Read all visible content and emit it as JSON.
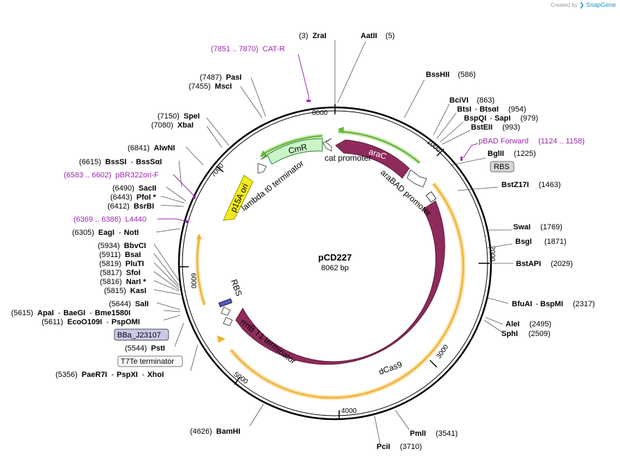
{
  "credit": {
    "prefix": "Created by",
    "brand": "SnapGene"
  },
  "plasmid": {
    "name": "pCD227",
    "length": "8062 bp"
  },
  "ticks": [
    "1000",
    "2000",
    "3000",
    "4000",
    "5000",
    "6000",
    "7000",
    "8000"
  ],
  "sites": {
    "zrai": {
      "pos": "(3)",
      "name": "ZraI"
    },
    "aatii": {
      "name": "AatII",
      "pos": "(5)"
    },
    "bsshii": {
      "name": "BssHII",
      "pos": "(586)"
    },
    "bcivi": {
      "name": "BciVI",
      "pos": "(863)"
    },
    "btsi": {
      "name": "BtsI",
      "sep": "-",
      "name2": "BtsαI",
      "pos": "(954)"
    },
    "bsphi": {
      "name": "BspQI",
      "sep": "-",
      "name2": "SapI",
      "pos": "(979)"
    },
    "bsteii": {
      "name": "BstEII",
      "pos": "(993)"
    },
    "bglii": {
      "name": "BglII",
      "pos": "(1225)"
    },
    "bstz17i": {
      "name": "BstZ17I",
      "pos": "(1463)"
    },
    "swai": {
      "name": "SwaI",
      "pos": "(1769)"
    },
    "bsgi": {
      "name": "BsgI",
      "pos": "(1871)"
    },
    "bstapi": {
      "name": "BstAPI",
      "pos": "(2029)"
    },
    "bfuai": {
      "name": "BfuAI",
      "sep": "-",
      "name2": "BspMI",
      "pos": "(2317)"
    },
    "alei": {
      "name": "AleI",
      "pos": "(2495)"
    },
    "sphi": {
      "name": "SphI",
      "pos": "(2509)"
    },
    "pmli": {
      "name": "PmlI",
      "pos": "(3541)"
    },
    "pcii": {
      "name": "PciI",
      "pos": "(3710)"
    },
    "bamhi": {
      "pos": "(4626)",
      "name": "BamHI"
    },
    "paer7i": {
      "pos": "(5356)",
      "name": "PaeR7I",
      "sep": "-",
      "name2": "PspXI",
      "sep2": "-",
      "name3": "XhoI"
    },
    "psti": {
      "pos": "(5544)",
      "name": "PstI"
    },
    "ecoo109i": {
      "pos": "(5611)",
      "name": "EcoO109I",
      "sep": "-",
      "name2": "PspOMI"
    },
    "apai": {
      "pos": "(5615)",
      "name": "ApaI",
      "sep": "-",
      "name2": "BaeGI",
      "sep2": "-",
      "name3": "Bme1580I"
    },
    "sali": {
      "pos": "(5644)",
      "name": "SalI"
    },
    "kasi": {
      "pos": "(5815)",
      "name": "KasI"
    },
    "nari": {
      "pos": "(5816)",
      "name": "NarI *"
    },
    "sfoi": {
      "pos": "(5817)",
      "name": "SfoI"
    },
    "plutl": {
      "pos": "(5819)",
      "name": "PluTI"
    },
    "bsai": {
      "pos": "(5911)",
      "name": "BsaI"
    },
    "bbvci": {
      "pos": "(5934)",
      "name": "BbvCI"
    },
    "eagi": {
      "pos": "(6305)",
      "name": "EagI",
      "sep": "-",
      "name2": "NotI"
    },
    "bsrbi": {
      "pos": "(6412)",
      "name": "BsrBI"
    },
    "pfoi": {
      "pos": "(6443)",
      "name": "PfoI *"
    },
    "sacii": {
      "pos": "(6490)",
      "name": "SacII"
    },
    "bsssi": {
      "pos": "(6615)",
      "name": "BssSI",
      "sep": "-",
      "name2": "BssSαI"
    },
    "alwni": {
      "pos": "(6841)",
      "name": "AlwNI"
    },
    "xbai": {
      "pos": "(7080)",
      "name": "XbaI"
    },
    "spei": {
      "pos": "(7150)",
      "name": "SpeI"
    },
    "msci": {
      "pos": "(7455)",
      "name": "MscI"
    },
    "pasi": {
      "pos": "(7487)",
      "name": "PasI"
    }
  },
  "primers": {
    "catr": {
      "range": "(7851 .. 7870)",
      "name": "CAT-R"
    },
    "pbad": {
      "name": "pBAD Forward",
      "range": "(1124 .. 1158)"
    },
    "pbr": {
      "range": "(6583 .. 6602)",
      "name": "pBR322ori-F"
    },
    "l4440": {
      "range": "(6369 .. 6386)",
      "name": "L4440"
    }
  },
  "boxes": {
    "rbs_top": "RBS",
    "bba": "BBa_J23107",
    "t7te": "T7Te terminator"
  },
  "features": {
    "arac": "araC",
    "cmr": "CmR",
    "p15a": "p15A ori",
    "cat_promoter": "cat promoter",
    "lambda_t0": "lambda t0 terminator",
    "arabad": "araBAD promoter",
    "dcas9": "dCas9",
    "rrnb": "rrnB T1 terminator",
    "rbs_inner": "RBS"
  },
  "colors": {
    "dcas9": "#8e2b5c",
    "arac": "#8e2b5c",
    "cmr_fill": "#c9f5c9",
    "cmr_stroke": "#2e7d32",
    "p15a": "#f5eb1a",
    "orf_orange": "#f2b233",
    "orf_green": "#6bb63f",
    "primer": "#9c27b0"
  }
}
